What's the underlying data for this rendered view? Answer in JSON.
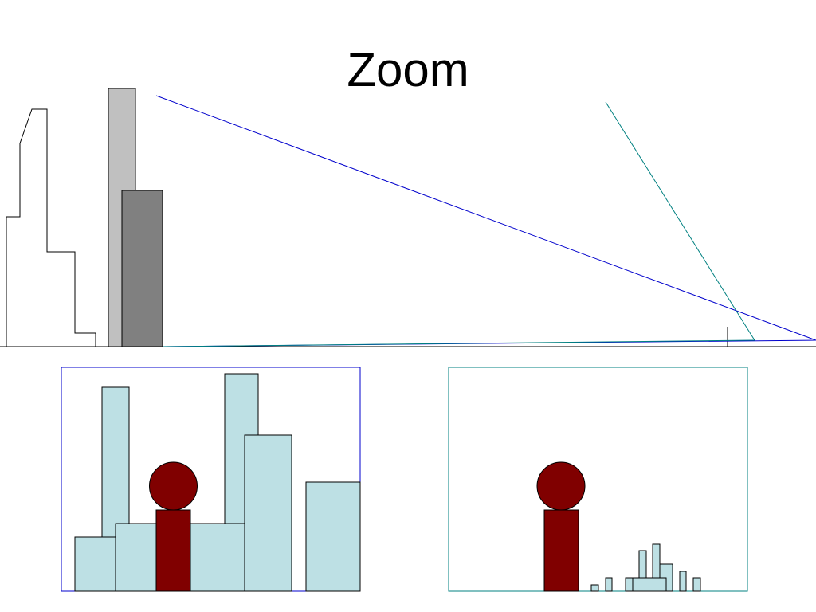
{
  "title": "Zoom",
  "colors": {
    "background": "#ffffff",
    "outline": "#000000",
    "light_gray_building": "#c0c0c0",
    "dark_gray_building": "#808080",
    "zoom_line_blue": "#0000cc",
    "zoom_line_teal": "#008080",
    "panel_building_fill": "#bde0e4",
    "figure_fill": "#800000"
  },
  "panels": [
    {
      "name": "near-view",
      "frame_color": "#0000cc"
    },
    {
      "name": "far-view",
      "frame_color": "#008080"
    }
  ]
}
